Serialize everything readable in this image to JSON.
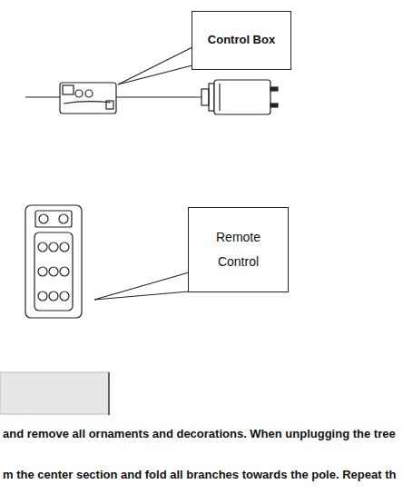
{
  "diagram": {
    "nodes": [
      {
        "text": [
          "Control Box"
        ]
      },
      {
        "text": [
          "Remote Control"
        ]
      }
    ],
    "labels": [
      "and remove all ornaments and decorations. When unplugging the tree",
      "m the center section and fold all branches towards the pole. Repeat th"
    ]
  }
}
